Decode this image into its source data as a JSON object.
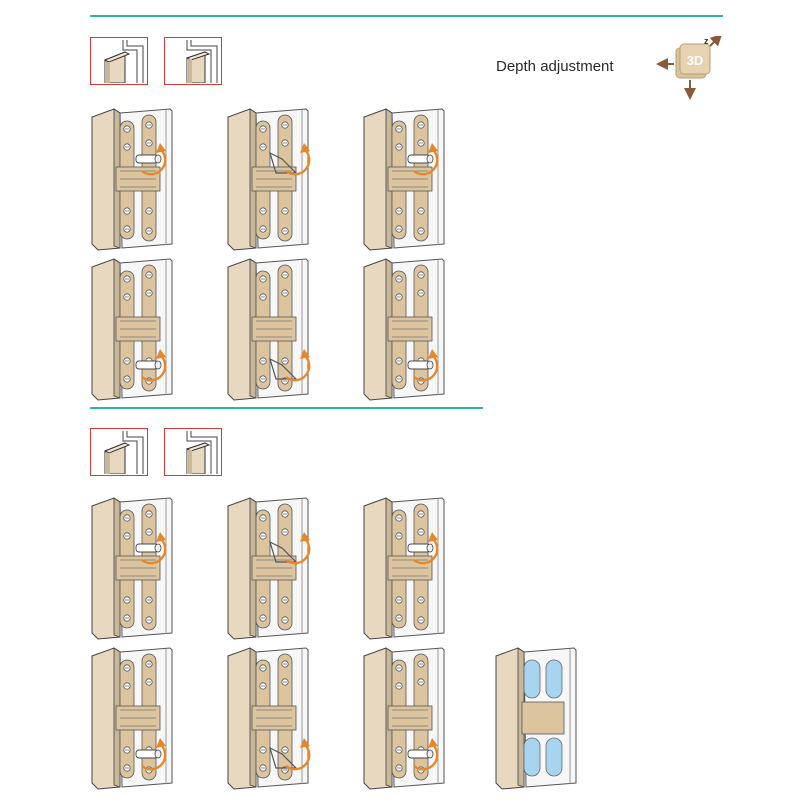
{
  "header": {
    "caption": "Depth adjustment",
    "badge_text": "3D",
    "axis_label": "z"
  },
  "colors": {
    "accent_line": "#35b0b0",
    "thumb_border": "#d23a3a",
    "wood": "#e7d8bf",
    "wood_dark": "#c9b79a",
    "hinge_metal": "#dbc49e",
    "arrow": "#e8862a",
    "badge": "#d9c39d",
    "badge_arrow": "#8a5a3a",
    "glass": "#a8d4f0"
  },
  "sections": [
    {
      "thumbnails": [
        {
          "variant": "flush"
        },
        {
          "variant": "inset"
        }
      ],
      "rows": [
        {
          "tool_position": "top",
          "figures": [
            {
              "tool": "screw"
            },
            {
              "tool": "hex"
            },
            {
              "tool": "screw"
            }
          ]
        },
        {
          "tool_position": "bottom",
          "figures": [
            {
              "tool": "screw"
            },
            {
              "tool": "hex"
            },
            {
              "tool": "screw"
            }
          ]
        }
      ]
    },
    {
      "thumbnails": [
        {
          "variant": "flush"
        },
        {
          "variant": "inset"
        }
      ],
      "rows": [
        {
          "tool_position": "top",
          "figures": [
            {
              "tool": "screw"
            },
            {
              "tool": "hex"
            },
            {
              "tool": "screw"
            }
          ]
        },
        {
          "tool_position": "bottom",
          "figures": [
            {
              "tool": "screw"
            },
            {
              "tool": "hex"
            },
            {
              "tool": "screw"
            },
            {
              "tool": "glass"
            }
          ]
        }
      ]
    }
  ]
}
